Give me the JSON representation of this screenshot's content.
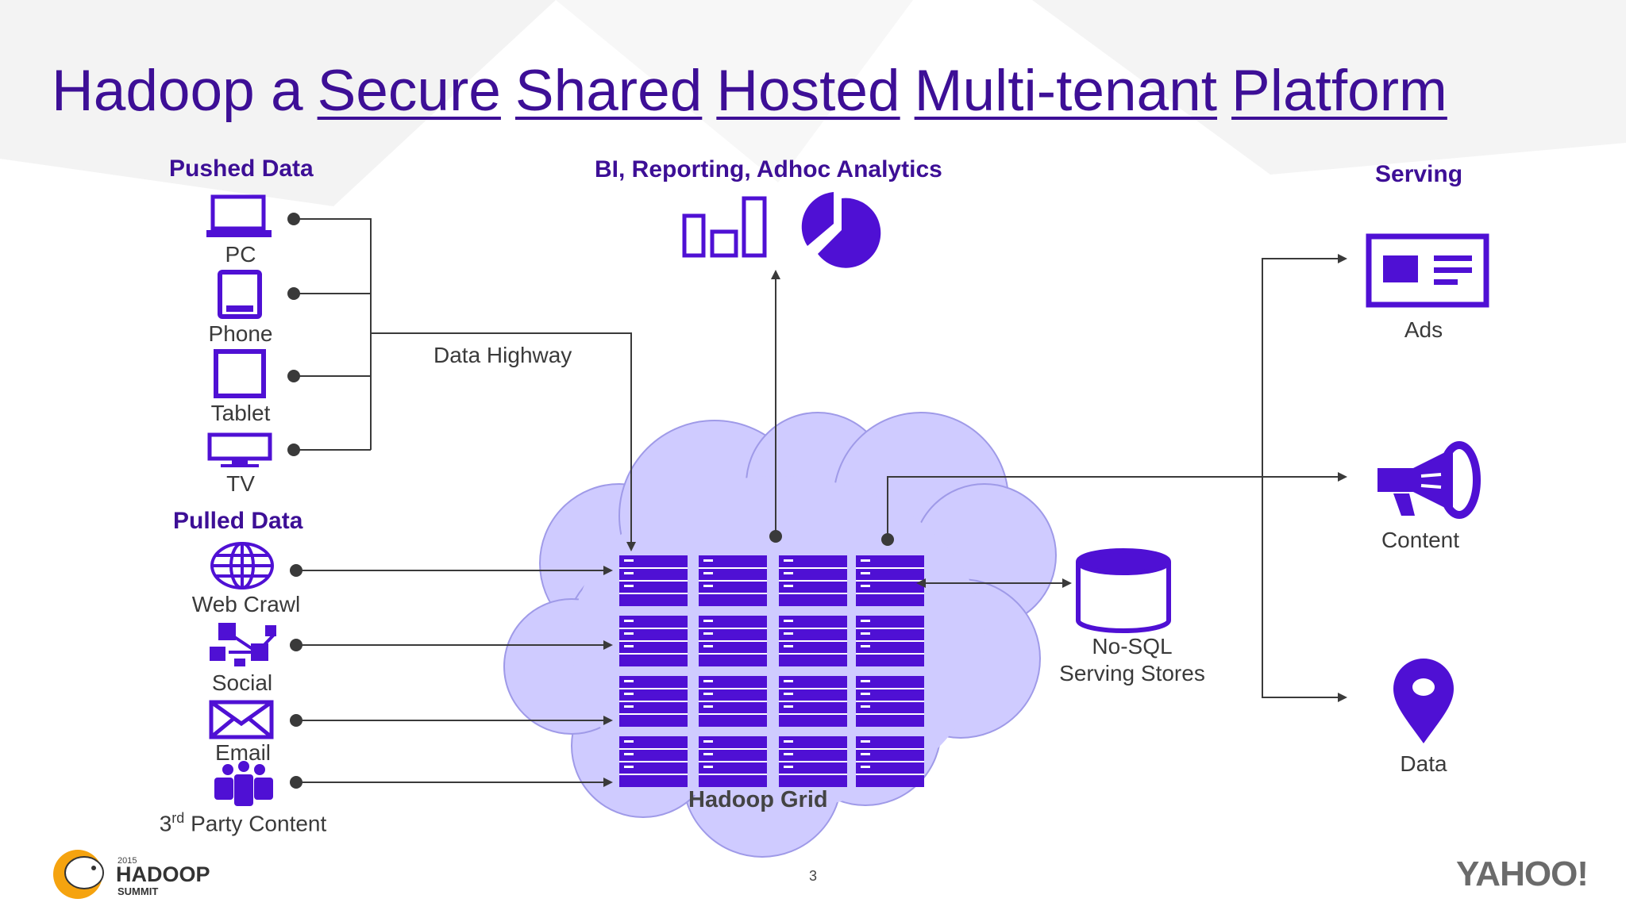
{
  "slide": {
    "title_prefix": "Hadoop a",
    "title_words": [
      "Secure",
      "Shared",
      "Hosted",
      "Multi-tenant",
      "Platform"
    ],
    "page_number": "3"
  },
  "headers": {
    "pushed": "Pushed Data",
    "pulled": "Pulled Data",
    "bi": "BI, Reporting, Adhoc Analytics",
    "serving": "Serving"
  },
  "pushed_sources": [
    "PC",
    "Phone",
    "Tablet",
    "TV"
  ],
  "pulled_sources": [
    "Web Crawl",
    "Social",
    "Email"
  ],
  "third_party": {
    "sup_prefix": "3",
    "sup": "rd",
    "rest": " Party Content"
  },
  "data_highway": "Data Highway",
  "hadoop_grid": "Hadoop Grid",
  "nosql": {
    "line1": "No-SQL",
    "line2": "Serving Stores"
  },
  "serving_targets": [
    "Ads",
    "Content",
    "Data"
  ],
  "logos": {
    "summit_year": "2015",
    "summit_name": "HADOOP",
    "summit_sub": "SUMMIT",
    "yahoo": "YAHOO!"
  },
  "colors": {
    "brand_purple": "#3d0f96",
    "icon_purple": "#4f10d4",
    "cloud_fill": "#cfcbff",
    "line": "#3a3a3a"
  }
}
